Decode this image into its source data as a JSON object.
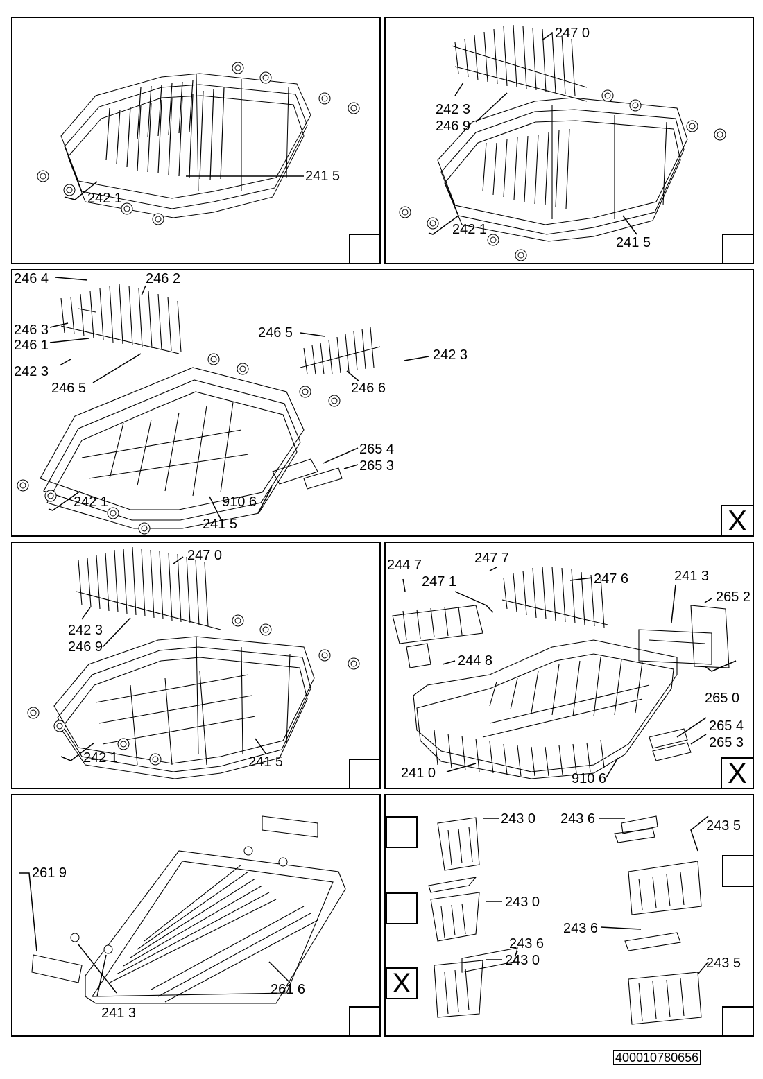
{
  "document_id": "400010780656",
  "marker": "X",
  "panels": {
    "p1": {
      "labels": [
        "241 5",
        "242 1"
      ]
    },
    "p2": {
      "labels": [
        "247 0",
        "242 3",
        "246 9",
        "242 1",
        "241 5"
      ]
    },
    "p3": {
      "labels": [
        "246 4",
        "246 2",
        "246 3",
        "246 1",
        "242 3",
        "246 5",
        "246 5",
        "246 6",
        "242 3",
        "265 4",
        "265 3",
        "242 1",
        "910 6",
        "241 5"
      ]
    },
    "p4": {
      "labels": [
        "247 0",
        "242 3",
        "246 9",
        "242 1",
        "241 5"
      ]
    },
    "p5": {
      "labels": [
        "247 7",
        "244 7",
        "247 6",
        "247 1",
        "241 3",
        "265 2",
        "244 8",
        "265 0",
        "265 4",
        "265 3",
        "241 0",
        "910 6"
      ]
    },
    "p6": {
      "labels": [
        "261 9",
        "261 6",
        "241 3"
      ]
    },
    "p7": {
      "labels": [
        "243 0",
        "243 6",
        "243 5",
        "243 0",
        "243 6",
        "243 6",
        "243 0",
        "243 5"
      ]
    }
  }
}
